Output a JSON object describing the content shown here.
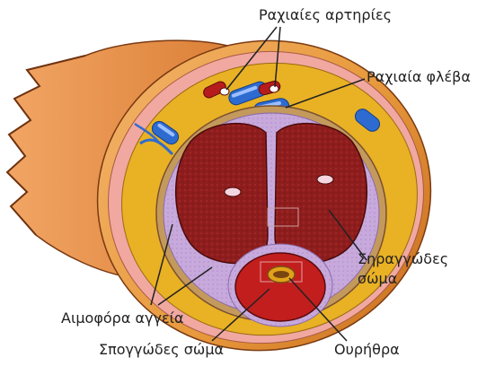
{
  "labels": {
    "dorsal_arteries": "Ραχιαίες αρτηρίες",
    "dorsal_vein": "Ραχιαία φλέβα",
    "corpus_cavernosum": "Σηραγγώδες σώμα",
    "blood_vessels": "Αιμοφόρα αγγεία",
    "corpus_spongiosum": "Σπογγώδες σώμα",
    "urethra": "Ουρήθρα"
  },
  "colors": {
    "outer_skin": "#e7a25a",
    "skin_inner": "#f1b69a",
    "fat_layer": "#e7b025",
    "tunica": "#c9a6d8",
    "tissue_red": "#8c1c1c",
    "vein_blue": "#2e6bd1",
    "artery_red": "#b71c1c"
  }
}
